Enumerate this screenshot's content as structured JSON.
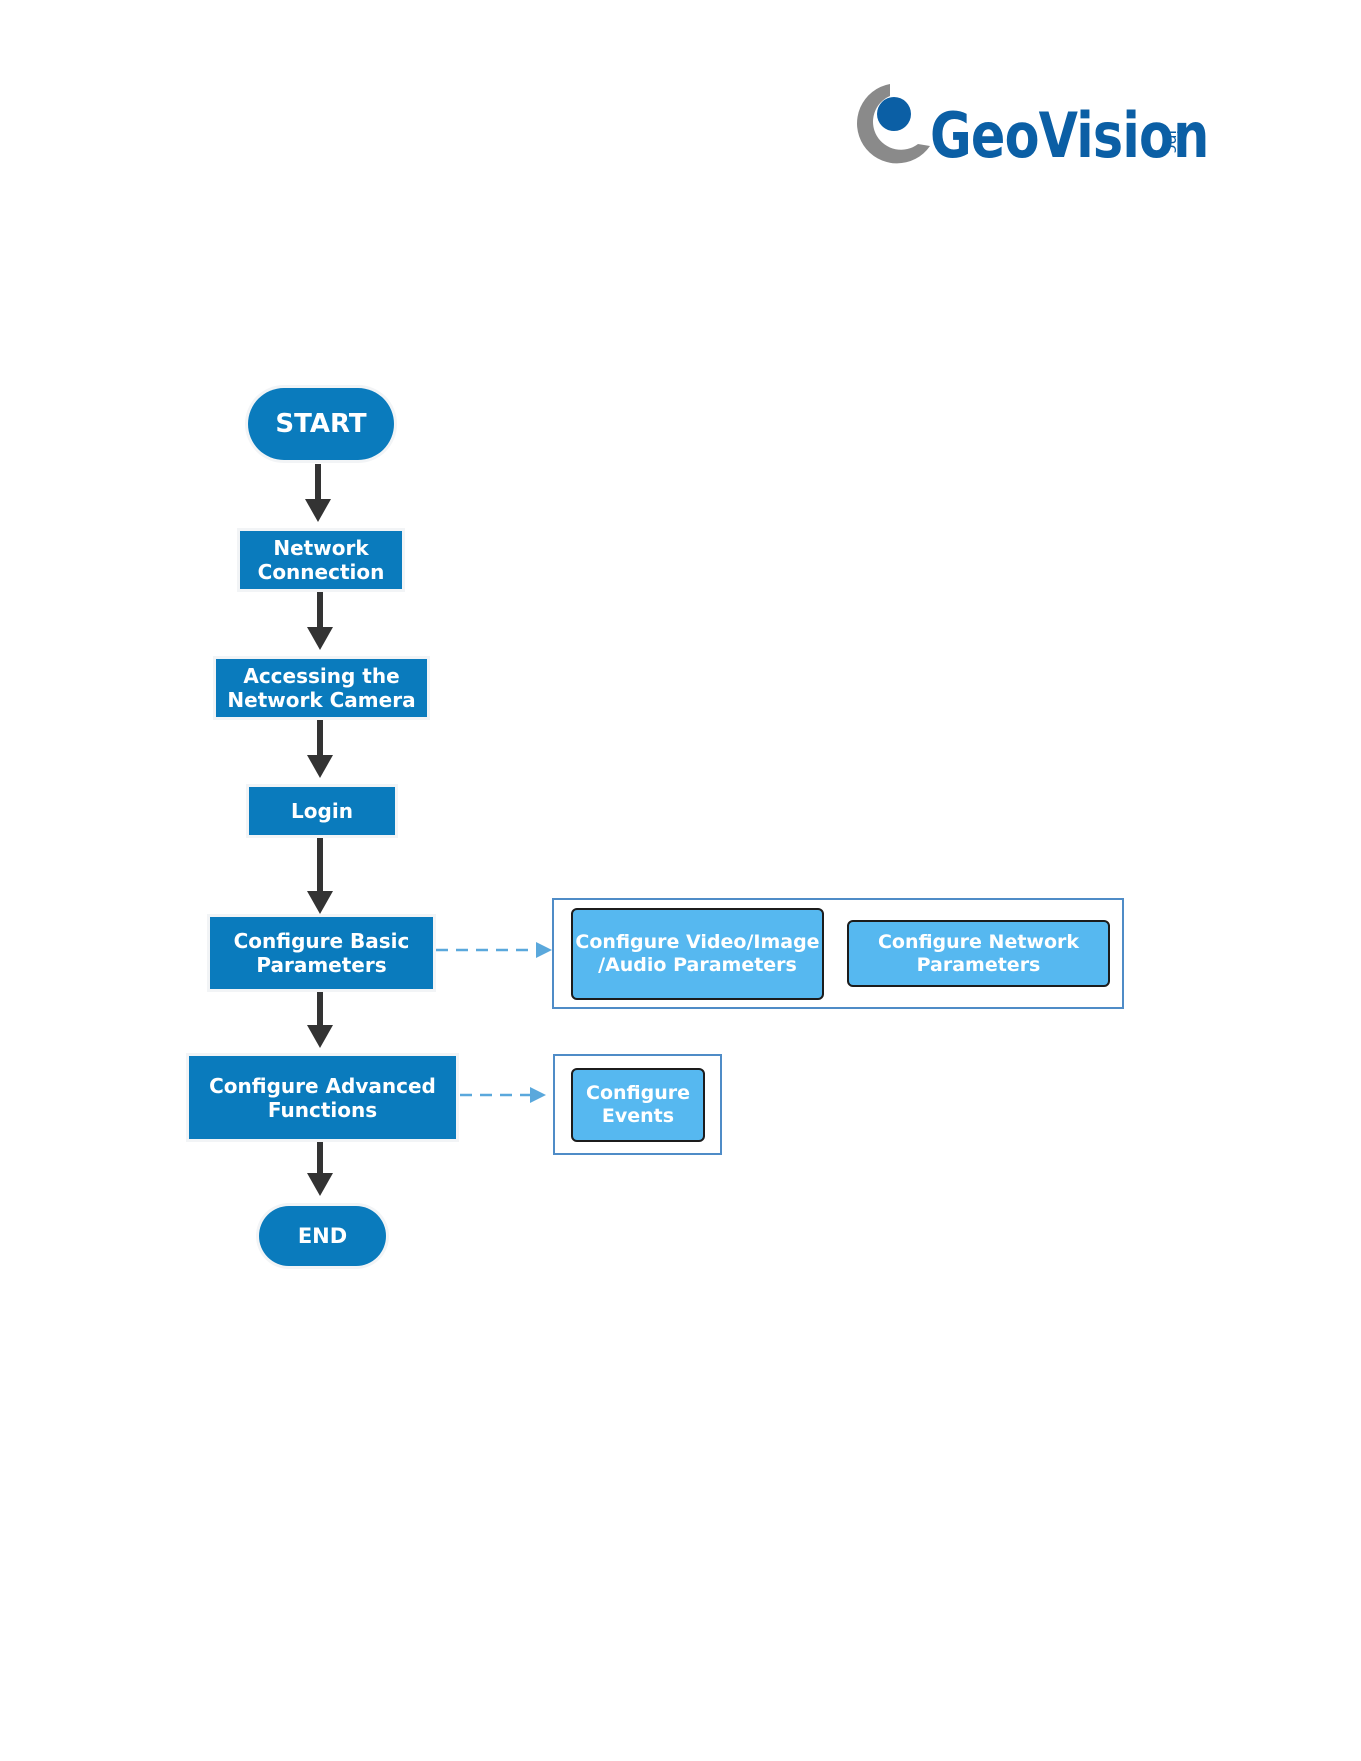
{
  "logo": {
    "text": "GeoVision",
    "suffix": "inc",
    "colors": {
      "blue": "#0b5fa5",
      "gray": "#8a8a8a"
    }
  },
  "flow": {
    "start": "START",
    "network_connection": "Network\nConnection",
    "accessing_camera": "Accessing the\nNetwork Camera",
    "login": "Login",
    "configure_basic": "Configure Basic\nParameters",
    "configure_advanced": "Configure Advanced\nFunctions",
    "end": "END"
  },
  "basic_group": {
    "video_image_audio": "Configure Video/Image\n/Audio Parameters",
    "network_params": "Configure Network\nParameters"
  },
  "advanced_group": {
    "events": "Configure\nEvents"
  },
  "colors": {
    "primary_node": "#0a7bbd",
    "secondary_node": "#56b8f0",
    "frame": "#4f8cc7",
    "arrow": "#333333",
    "dashed_arrow": "#5aa8dc"
  }
}
